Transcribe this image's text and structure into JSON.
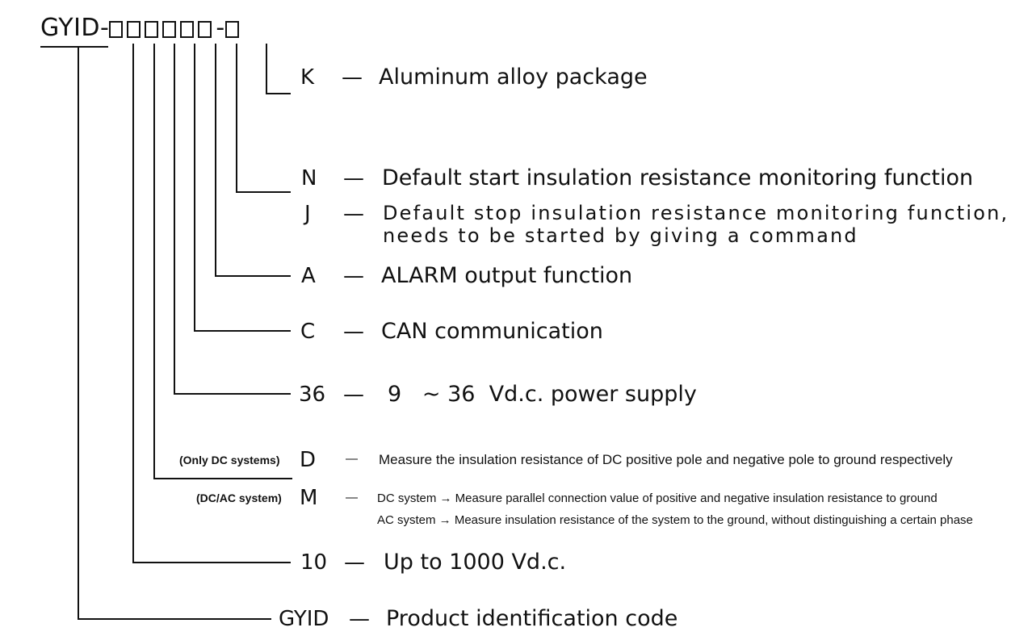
{
  "header": {
    "prefix": "GYID",
    "sep1": "-",
    "sep2": "-"
  },
  "rows": {
    "k": {
      "code": "K",
      "dash": "—",
      "desc": "Aluminum alloy package"
    },
    "n": {
      "code": "N",
      "dash": "—",
      "desc": "Default start insulation resistance monitoring function"
    },
    "j": {
      "code": "J",
      "dash": "—",
      "desc1": "Default stop insulation resistance monitoring function,",
      "desc2": "needs to be started by giving a command"
    },
    "a": {
      "code": "A",
      "dash": "—",
      "desc": "ALARM output function"
    },
    "c": {
      "code": "C",
      "dash": "—",
      "desc": "CAN communication"
    },
    "v36": {
      "code": "36",
      "dash": "—",
      "desc": "9   ~ 36  Vd.c. power supply"
    },
    "d": {
      "tag": "(Only DC systems)",
      "code": "D",
      "dash": "—",
      "desc": "Measure the insulation resistance of DC positive pole and negative pole to ground respectively"
    },
    "m": {
      "tag": "(DC/AC system)",
      "code": "M",
      "dash": "—",
      "desc1": "DC system → Measure parallel connection value of positive and negative insulation resistance to ground",
      "desc2": "AC system → Measure  insulation resistance of the system to the ground, without distinguishing a certain phase"
    },
    "v10": {
      "code": "10",
      "dash": "—",
      "desc": "Up to 1000 Vd.c."
    },
    "gyid": {
      "code": "GYID",
      "dash": "—",
      "desc": "Product identification code"
    }
  }
}
